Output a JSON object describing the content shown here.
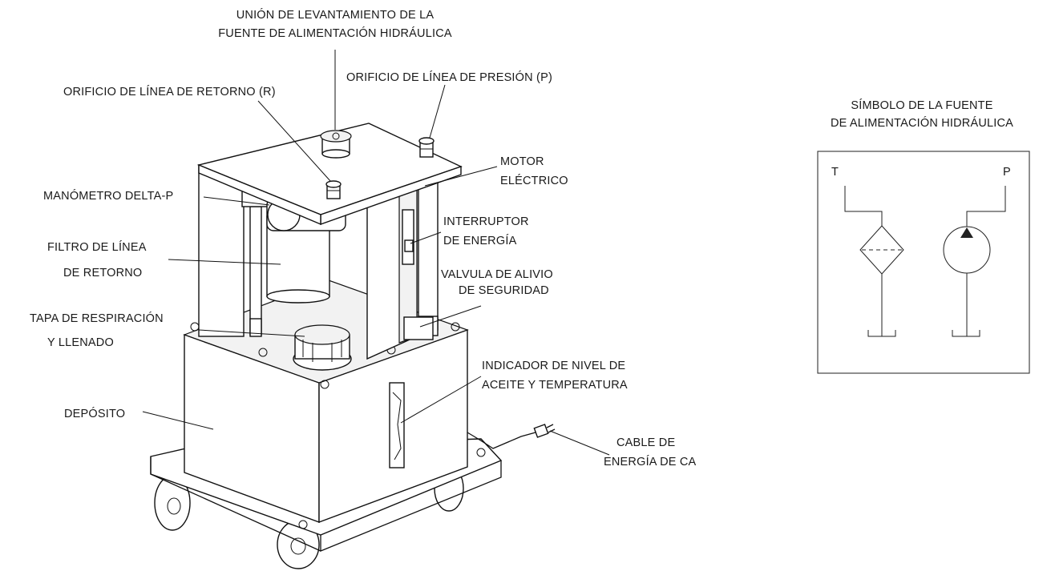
{
  "labels": {
    "lift_joint_1": "UNIÓN DE LEVANTAMIENTO DE LA",
    "lift_joint_2": "FUENTE DE ALIMENTACIÓN HIDRÁULICA",
    "pressure_port": "ORIFICIO DE LÍNEA DE PRESIÓN (P)",
    "return_port": "ORIFICIO DE LÍNEA DE RETORNO (R)",
    "motor_1": "MOTOR",
    "motor_2": "ELÉCTRICO",
    "gauge": "MANÓMETRO DELTA-P",
    "switch_1": "INTERRUPTOR",
    "switch_2": "DE ENERGÍA",
    "filter_1": "FILTRO DE LÍNEA",
    "filter_2": "DE RETORNO",
    "relief_1": "VALVULA DE ALIVIO",
    "relief_2": "DE SEGURIDAD",
    "breather_1": "TAPA DE RESPIRACIÓN",
    "breather_2": "Y LLENADO",
    "level_1": "INDICADOR DE NIVEL DE",
    "level_2": "ACEITE Y TEMPERATURA",
    "reservoir": "DEPÓSITO",
    "cable_1": "CABLE DE",
    "cable_2": "ENERGÍA DE CA"
  },
  "symbol": {
    "title_1": "SÍMBOLO DE LA FUENTE",
    "title_2": "DE ALIMENTACIÓN HIDRÁULICA",
    "port_t": "T",
    "port_p": "P"
  }
}
